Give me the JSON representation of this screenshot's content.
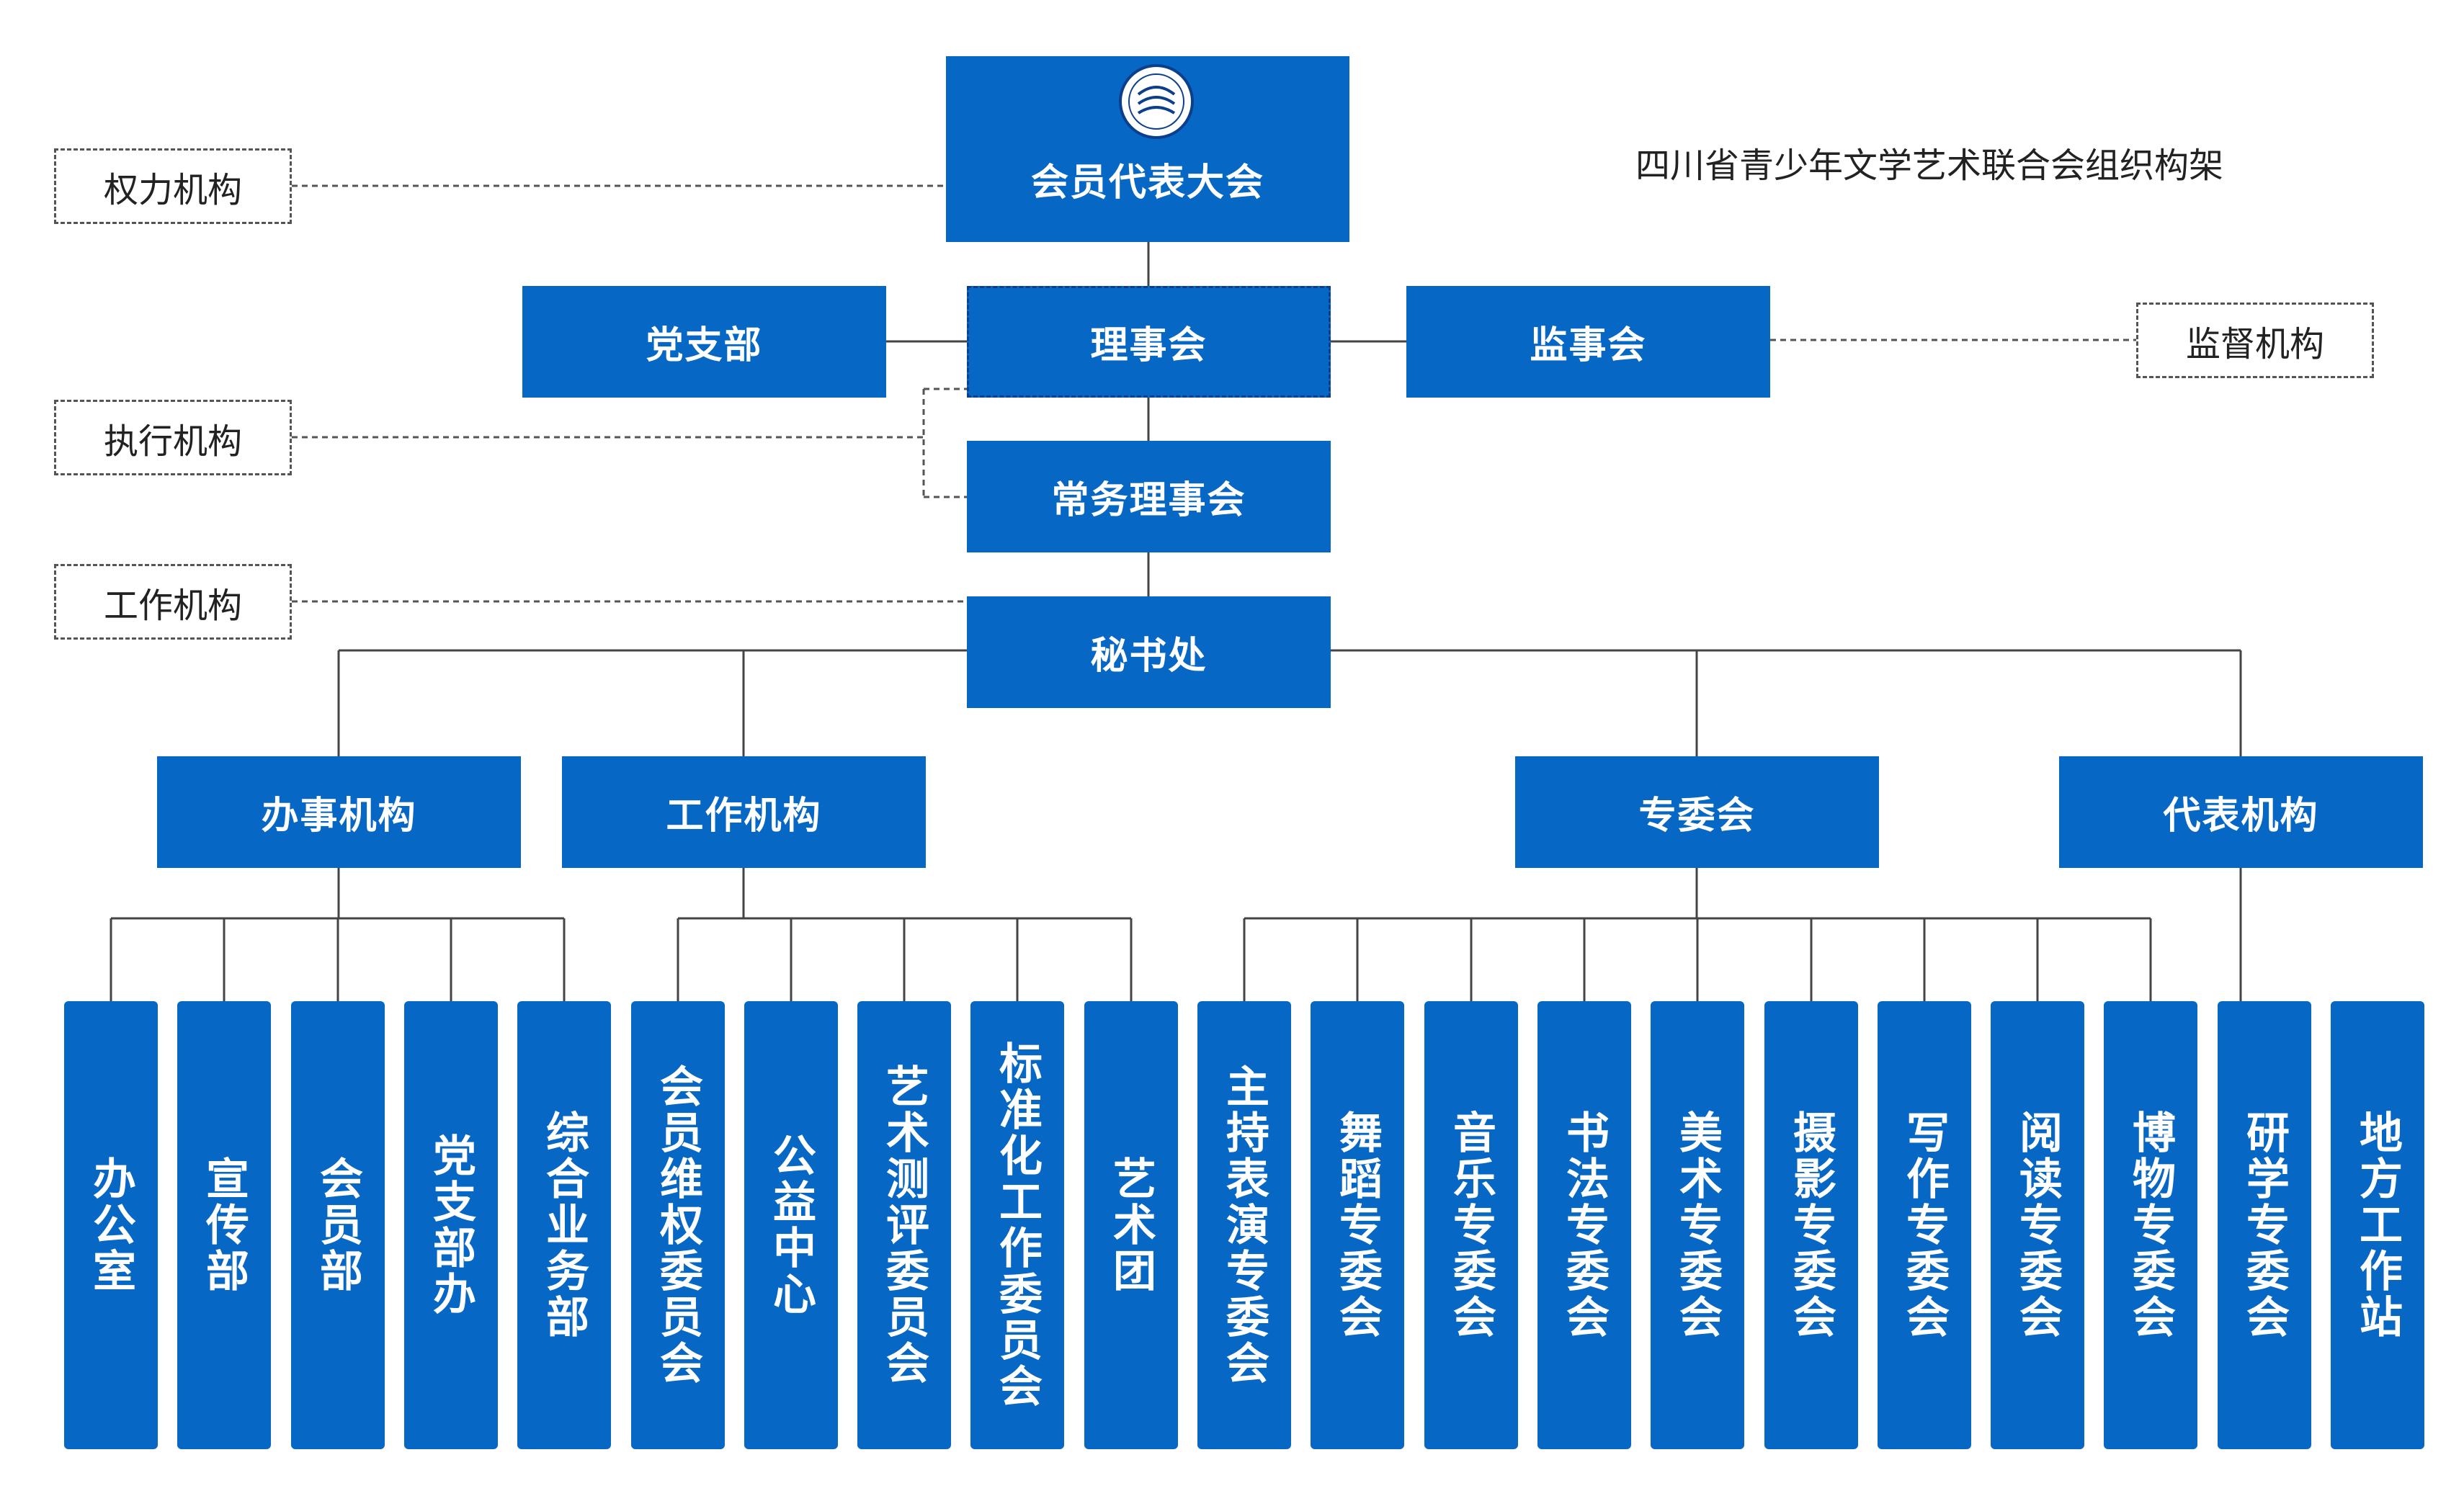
{
  "diagram": {
    "title": "四川省青少年文学艺术联合会组织构架",
    "side_labels": {
      "power": "权力机构",
      "supervise": "监督机构",
      "execute": "执行机构",
      "work": "工作机构"
    },
    "top": "会员代表大会",
    "party": "党支部",
    "council": "理事会",
    "supervisory": "监事会",
    "standing": "常务理事会",
    "secretariat": "秘书处",
    "branches": [
      "办事机构",
      "工作机构",
      "专委会",
      "代表机构"
    ],
    "leaves": [
      "办公室",
      "宣传部",
      "会员部",
      "党支部办",
      "综合业务部",
      "会员维权委员会",
      "公益中心",
      "艺术测评委员会",
      "标准化工作委员会",
      "艺术团",
      "主持表演专委会",
      "舞蹈专委会",
      "音乐专委会",
      "书法专委会",
      "美术专委会",
      "摄影专委会",
      "写作专委会",
      "阅读专委会",
      "博物专委会",
      "研学专委会",
      "地方工作站"
    ],
    "colors": {
      "box": "#0767C4",
      "line": "#444444"
    },
    "logo": "emblem-icon"
  }
}
